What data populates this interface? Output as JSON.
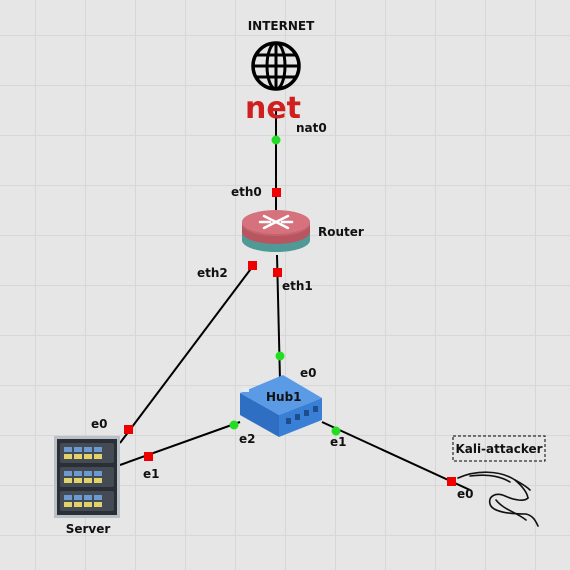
{
  "nodes": {
    "internet": {
      "title": "INTERNET",
      "subtitle": "net"
    },
    "router": {
      "label": "Router"
    },
    "hub": {
      "label": "Hub1"
    },
    "server": {
      "label": "Server"
    },
    "kali": {
      "label": "Kali-attacker"
    }
  },
  "ports": {
    "internet_nat0": {
      "label": "nat0",
      "status": "up"
    },
    "router_eth0": {
      "label": "eth0",
      "status": "down"
    },
    "router_eth1": {
      "label": "eth1",
      "status": "down"
    },
    "router_eth2": {
      "label": "eth2",
      "status": "down"
    },
    "hub_e0": {
      "label": "e0",
      "status": "up"
    },
    "hub_e1": {
      "label": "e1",
      "status": "up"
    },
    "hub_e2": {
      "label": "e2",
      "status": "up"
    },
    "server_e0": {
      "label": "e0",
      "status": "down"
    },
    "server_e1": {
      "label": "e1",
      "status": "down"
    },
    "kali_e0": {
      "label": "e0",
      "status": "down"
    }
  },
  "colors": {
    "port_up": "#22dd22",
    "port_down": "#ee0000",
    "net_text": "#d01f1f",
    "hub_blue": "#3a7fd6",
    "router_red": "#c9626e",
    "router_teal": "#4f9a96"
  }
}
